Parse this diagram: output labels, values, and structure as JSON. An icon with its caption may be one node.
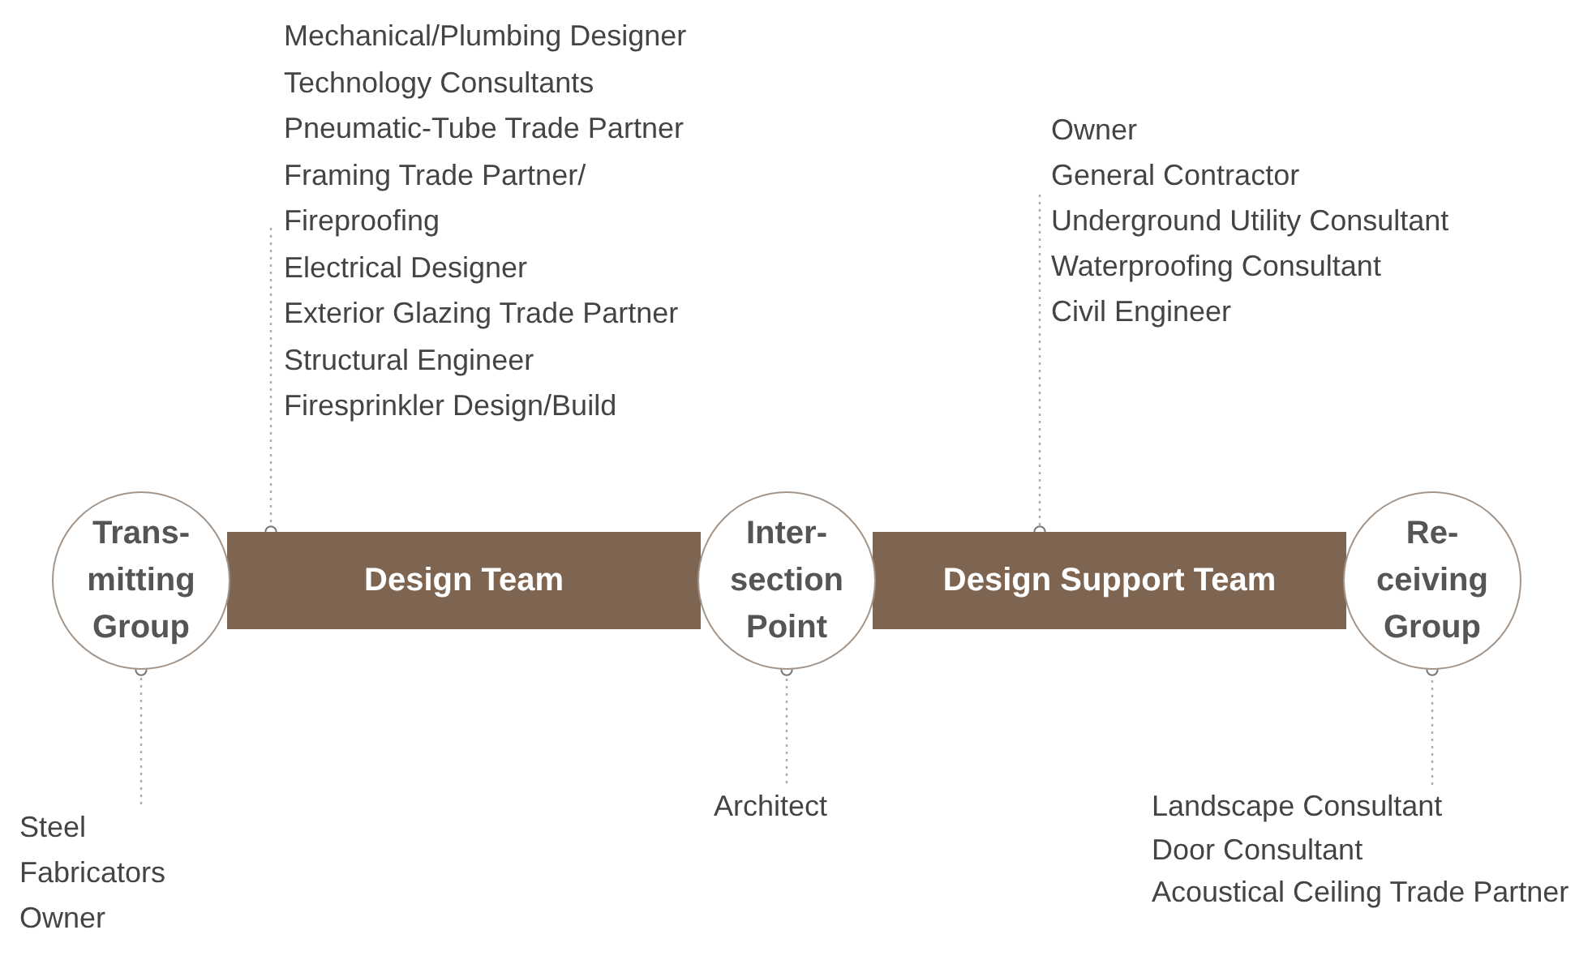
{
  "diagram": {
    "nodes": [
      {
        "text": [
          "Trans- mitting Group"
        ]
      },
      {
        "text": [
          "Design Team"
        ]
      },
      {
        "text": [
          "Inter- section Point"
        ]
      },
      {
        "text": [
          "Design Support Team"
        ]
      },
      {
        "text": [
          "Re- ceiving Group"
        ]
      },
      {
        "text": [
          "Mechanical/Plumbing Designer",
          "Technology Consultants",
          "Pneumatic-Tube Trade Partner",
          "Framing Trade Partner/ Fireproofing",
          "Electrical Designer",
          "Exterior Glazing Trade Partner",
          "Structural Engineer",
          "Firesprinkler Design/Build"
        ]
      },
      {
        "text": [
          "Owner",
          "General Contractor",
          "Underground Utility Consultant",
          "Waterproofing Consultant",
          "Civil Engineer"
        ]
      },
      {
        "text": [
          "Steel Fabricators",
          "Owner"
        ]
      },
      {
        "text": [
          "Architect"
        ]
      },
      {
        "text": [
          "Landscape Consultant",
          "Door Consultant",
          "Acoustical Ceiling Trade Partner"
        ]
      }
    ],
    "edges": [
      {
        "from": 5,
        "to": 1,
        "arrow": "other",
        "style": "dashed"
      },
      {
        "from": 6,
        "to": 3,
        "arrow": "other",
        "style": "dashed"
      },
      {
        "from": 7,
        "to": 0,
        "arrow": "other",
        "style": "dashed"
      },
      {
        "from": 8,
        "to": 2,
        "arrow": "other",
        "style": "dashed"
      },
      {
        "from": 9,
        "to": 4,
        "arrow": "other",
        "style": "dashed"
      }
    ]
  }
}
